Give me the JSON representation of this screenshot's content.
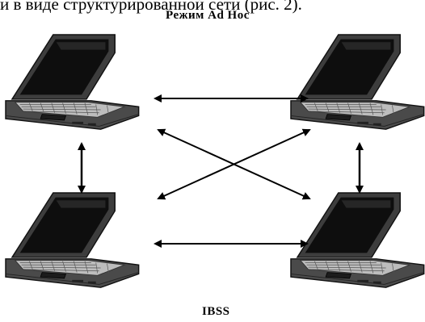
{
  "caption_fragment": "и в виде структурированной сети (рис. 2).",
  "title": "Режим Ad Hoc",
  "footer_label": "IBSS",
  "nodes": [
    {
      "id": "top-left"
    },
    {
      "id": "top-right"
    },
    {
      "id": "bottom-left"
    },
    {
      "id": "bottom-right"
    }
  ],
  "links": [
    {
      "from": "top-left",
      "to": "top-right",
      "direction": "both"
    },
    {
      "from": "bottom-left",
      "to": "bottom-right",
      "direction": "both"
    },
    {
      "from": "top-left",
      "to": "bottom-left",
      "direction": "both"
    },
    {
      "from": "top-right",
      "to": "bottom-right",
      "direction": "both"
    },
    {
      "from": "top-left",
      "to": "bottom-right",
      "direction": "both"
    },
    {
      "from": "top-right",
      "to": "bottom-left",
      "direction": "both"
    }
  ]
}
